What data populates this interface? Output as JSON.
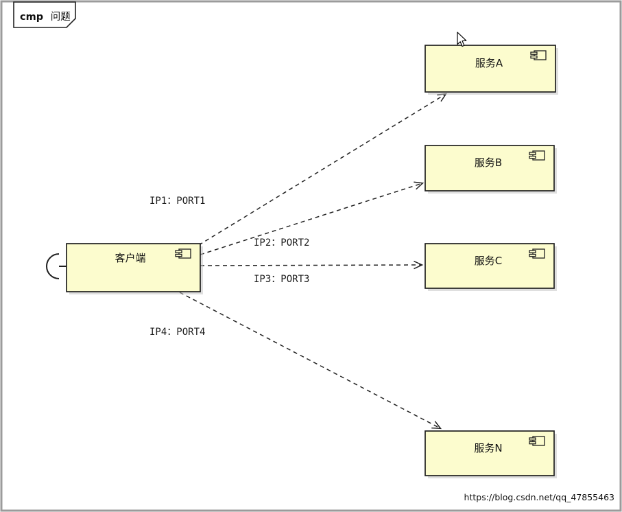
{
  "frame": {
    "keyword": "cmp",
    "title": "问题"
  },
  "nodes": {
    "client": {
      "label": "客户端"
    },
    "services": [
      {
        "label": "服务A"
      },
      {
        "label": "服务B"
      },
      {
        "label": "服务C"
      },
      {
        "label": "服务N"
      }
    ]
  },
  "connections": [
    {
      "label": "IP1：PORT1"
    },
    {
      "label": "IP2：PORT2"
    },
    {
      "label": "IP3：PORT3"
    },
    {
      "label": "IP4：PORT4"
    }
  ],
  "watermark": {
    "text": "https://blog.csdn.net/qq_47855463"
  },
  "colors": {
    "node_fill": "#fcfcce",
    "node_border": "#1f1f1f",
    "connector": "#222222",
    "frame_border": "#9b9b9b",
    "shadow": "#c4c4c4",
    "watermark": "#c9cdd2"
  }
}
